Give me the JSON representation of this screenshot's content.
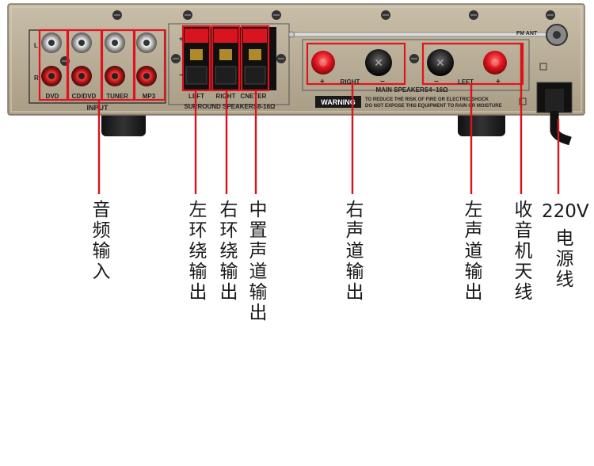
{
  "panel": {
    "input": {
      "channels": [
        "L",
        "R"
      ],
      "sources": [
        "DVD",
        "CD/DVD",
        "TUNER",
        "MP3"
      ],
      "title": "INPUT"
    },
    "surround": {
      "channels": [
        "LEFT",
        "RIGHT",
        "CNETER"
      ],
      "title": "SURROUND SPEAKERS8-16Ω"
    },
    "main": {
      "title": "MAIN SPEAKERS4~16Ω",
      "right_label": "RIGHT",
      "left_label": "LEFT"
    },
    "warning": {
      "badge": "WARNING",
      "line1": "TO REDUCE THE RISK OF FIRE OR ELECTRIC SHOCK",
      "line2": "DO NOT EXPOSE THIS EQUIPMENT TO RAIN OR MOISTURE"
    },
    "antenna_label": "FM ANT"
  },
  "callouts": {
    "audio_input": "音频输入",
    "left_surround": "左环绕输出",
    "right_surround": "右环绕输出",
    "center": "中置声道输出",
    "right_main": "右声道输出",
    "left_main": "左声道输出",
    "radio_antenna": "收音机天线",
    "power_line1": "220V",
    "power_line2": "电源线"
  },
  "colors": {
    "panel": "#b9ad95",
    "accent_red": "#e0141e",
    "callout_line": "#d9141c"
  }
}
